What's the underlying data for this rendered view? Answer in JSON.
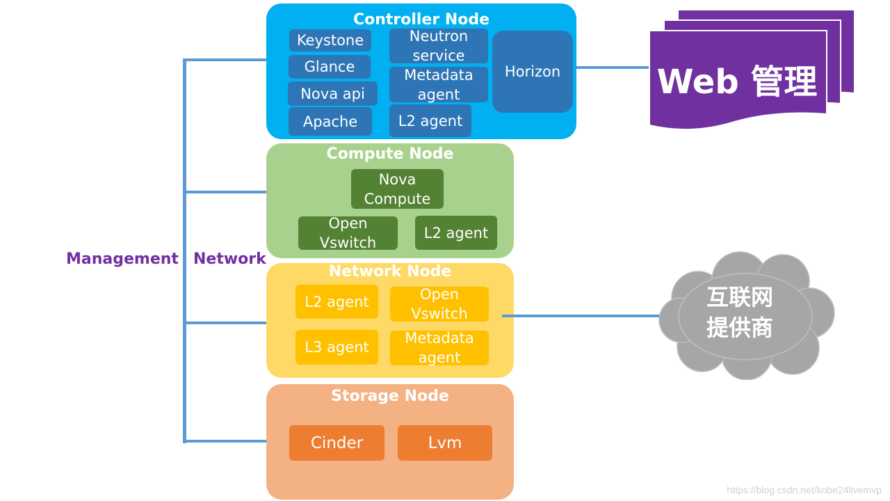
{
  "controller": {
    "title": "Controller Node",
    "components": [
      "Keystone",
      "Glance",
      "Nova api",
      "Apache",
      "Neutron\nservice",
      "Metadata\nagent",
      "L2 agent",
      "Horizon"
    ]
  },
  "compute": {
    "title": "Compute Node",
    "components": [
      "Nova\nCompute",
      "Open\nVswitch",
      "L2 agent"
    ]
  },
  "network": {
    "title": "Network Node",
    "components": [
      "L2 agent",
      "Open\nVswitch",
      "L3 agent",
      "Metadata\nagent"
    ]
  },
  "storage": {
    "title": "Storage Node",
    "components": [
      "Cinder",
      "Lvm"
    ]
  },
  "management_network": {
    "label_left": "Management",
    "label_right": "Network"
  },
  "web": {
    "label": "Web 管理"
  },
  "internet": {
    "label": "互联网\n提供商"
  },
  "watermark": "https://blog.csdn.net/kobe24livemvp",
  "colors": {
    "controller": "#00b0f0",
    "controller_component": "#2e75b6",
    "compute": "#a9d18e",
    "compute_component": "#548235",
    "network": "#ffd966",
    "network_component": "#ffc000",
    "storage": "#f4b183",
    "storage_component": "#ed7d31",
    "connector": "#5b9bd5",
    "web_docs": "#7030a0",
    "cloud": "#a6a6a6"
  }
}
